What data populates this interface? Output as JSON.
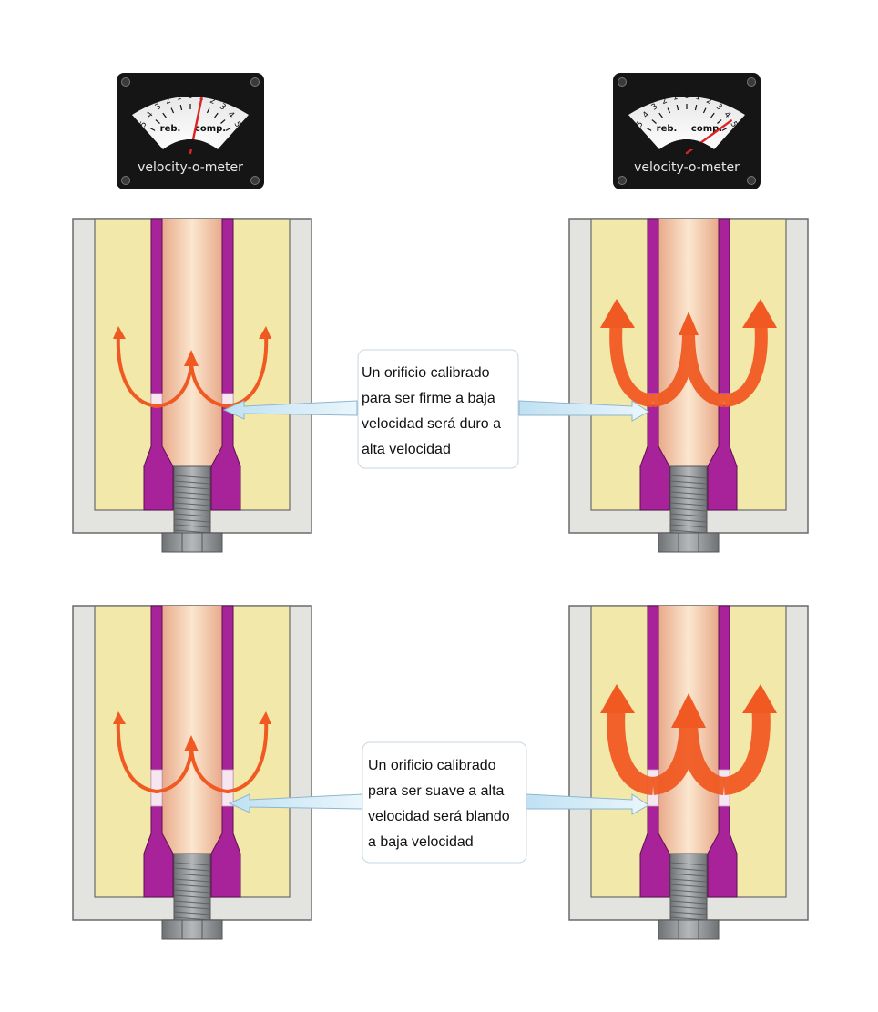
{
  "meters": [
    {
      "label_rebound": "reb.",
      "label_compression": "comp.",
      "brand": "velocity-o-meter",
      "scale": [
        "5",
        "4",
        "3",
        "2",
        "1",
        "0",
        "1",
        "2",
        "3",
        "4",
        "5"
      ],
      "needle_value": 1.0
    },
    {
      "label_rebound": "reb.",
      "label_compression": "comp.",
      "brand": "velocity-o-meter",
      "scale": [
        "5",
        "4",
        "3",
        "2",
        "1",
        "0",
        "1",
        "2",
        "3",
        "4",
        "5"
      ],
      "needle_value": 4.6
    }
  ],
  "callouts": [
    {
      "lines": [
        "Un orificio calibrado",
        "para ser firme a baja",
        "velocidad será duro a",
        "alta velocidad"
      ]
    },
    {
      "lines": [
        "Un orificio calibrado",
        "para ser suave a alta",
        "velocidad será blando",
        "a baja velocidad"
      ]
    }
  ],
  "colors": {
    "housing": "#e3e3e0",
    "housing_stroke": "#6b6b6b",
    "oil": "#f1e8a9",
    "tube": "#a8239a",
    "core_edge": "#f0c09a",
    "core_mid": "#f9e3c8",
    "bolt": "#8c9092",
    "flow": "#f05a22",
    "meter_bg": "#151515",
    "callout_arrow": "#cfe8f5"
  },
  "icons": [
    "velocity-meter-icon",
    "flow-arrow-icon",
    "bolt-icon"
  ]
}
